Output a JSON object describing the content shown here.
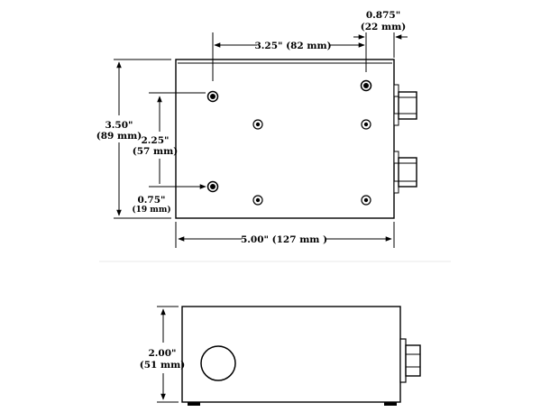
{
  "top_view": {
    "dim_width_top": "3.25\" (82 mm)",
    "dim_offset_in": "0.875\"",
    "dim_offset_mm": "(22 mm)",
    "dim_height_in": "3.50\"",
    "dim_height_mm": "(89 mm)",
    "dim_holes_in": "2.25\"",
    "dim_holes_mm": "(57 mm)",
    "dim_bottom_in": "0.75\"",
    "dim_bottom_mm": "(19 mm)",
    "dim_length": "5.00\" (127 mm )"
  },
  "side_view": {
    "dim_height_in": "2.00\"",
    "dim_height_mm": "(51 mm)"
  }
}
